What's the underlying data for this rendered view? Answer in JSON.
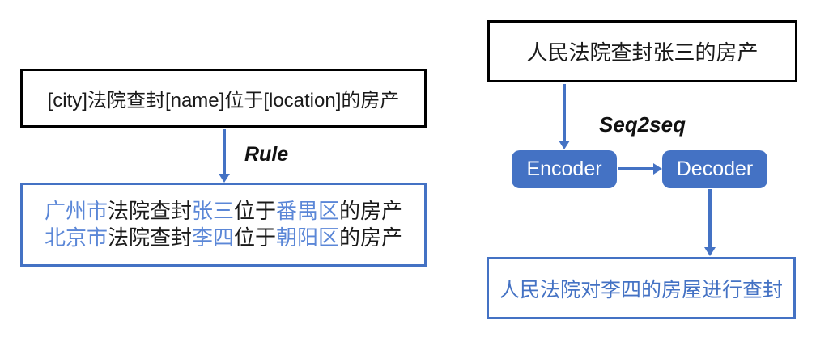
{
  "colors": {
    "accent_blue": "#4472C4",
    "highlight_blue": "#5B87D7",
    "border_black": "#000000",
    "text_black": "#1a1a1a",
    "node_text_white": "#ffffff",
    "background": "#ffffff"
  },
  "left": {
    "template_box": {
      "text": "[city]法院查封[name]位于[location]的房产"
    },
    "arrow_label": "Rule",
    "output_box": {
      "lines": [
        {
          "segments": [
            {
              "text": "广州市",
              "highlight": true
            },
            {
              "text": "法院查封",
              "highlight": false
            },
            {
              "text": "张三",
              "highlight": true
            },
            {
              "text": "位于",
              "highlight": false
            },
            {
              "text": "番禺区",
              "highlight": true
            },
            {
              "text": "的房产",
              "highlight": false
            }
          ]
        },
        {
          "segments": [
            {
              "text": "北京市",
              "highlight": true
            },
            {
              "text": "法院查封",
              "highlight": false
            },
            {
              "text": "李四",
              "highlight": true
            },
            {
              "text": "位于",
              "highlight": false
            },
            {
              "text": "朝阳区",
              "highlight": true
            },
            {
              "text": "的房产",
              "highlight": false
            }
          ]
        }
      ]
    }
  },
  "right": {
    "input_box": {
      "text": "人民法院查封张三的房产"
    },
    "arrow_label": "Seq2seq",
    "encoder_label": "Encoder",
    "decoder_label": "Decoder",
    "output_box": {
      "text": "人民法院对李四的房屋进行查封"
    }
  }
}
